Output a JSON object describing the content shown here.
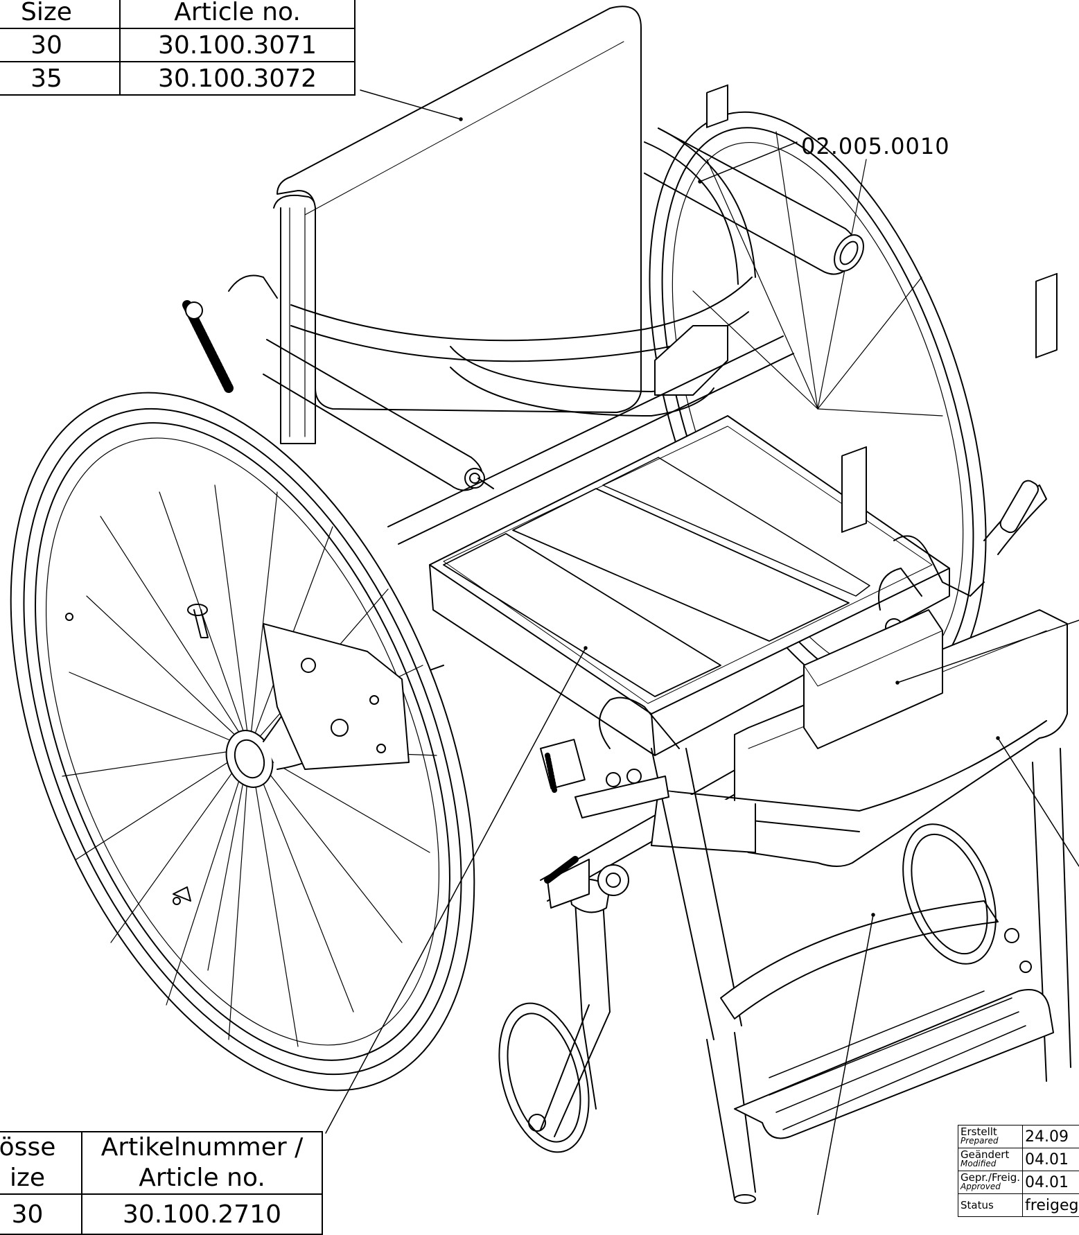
{
  "top_table": {
    "header": [
      "Size",
      "Article no."
    ],
    "rows": [
      [
        "30",
        "30.100.3071"
      ],
      [
        "35",
        "30.100.3072"
      ]
    ]
  },
  "callout": {
    "part_number": "02.005.0010"
  },
  "bottom_table": {
    "header": [
      "össe",
      "Artikelnummer /"
    ],
    "header2": [
      "ize",
      "Article no."
    ],
    "rows": [
      [
        "30",
        "30.100.2710"
      ]
    ]
  },
  "title_block": {
    "prepared_label": "Erstellt",
    "prepared_sub": "Prepared",
    "prepared_value": "24.09",
    "modified_label": "Geändert",
    "modified_sub": "Modified",
    "modified_value": "04.01",
    "approved_label": "Gepr./Freig.",
    "approved_sub": "Approved",
    "approved_value": "04.01",
    "status_label": "Status",
    "status_value": "freigege"
  }
}
